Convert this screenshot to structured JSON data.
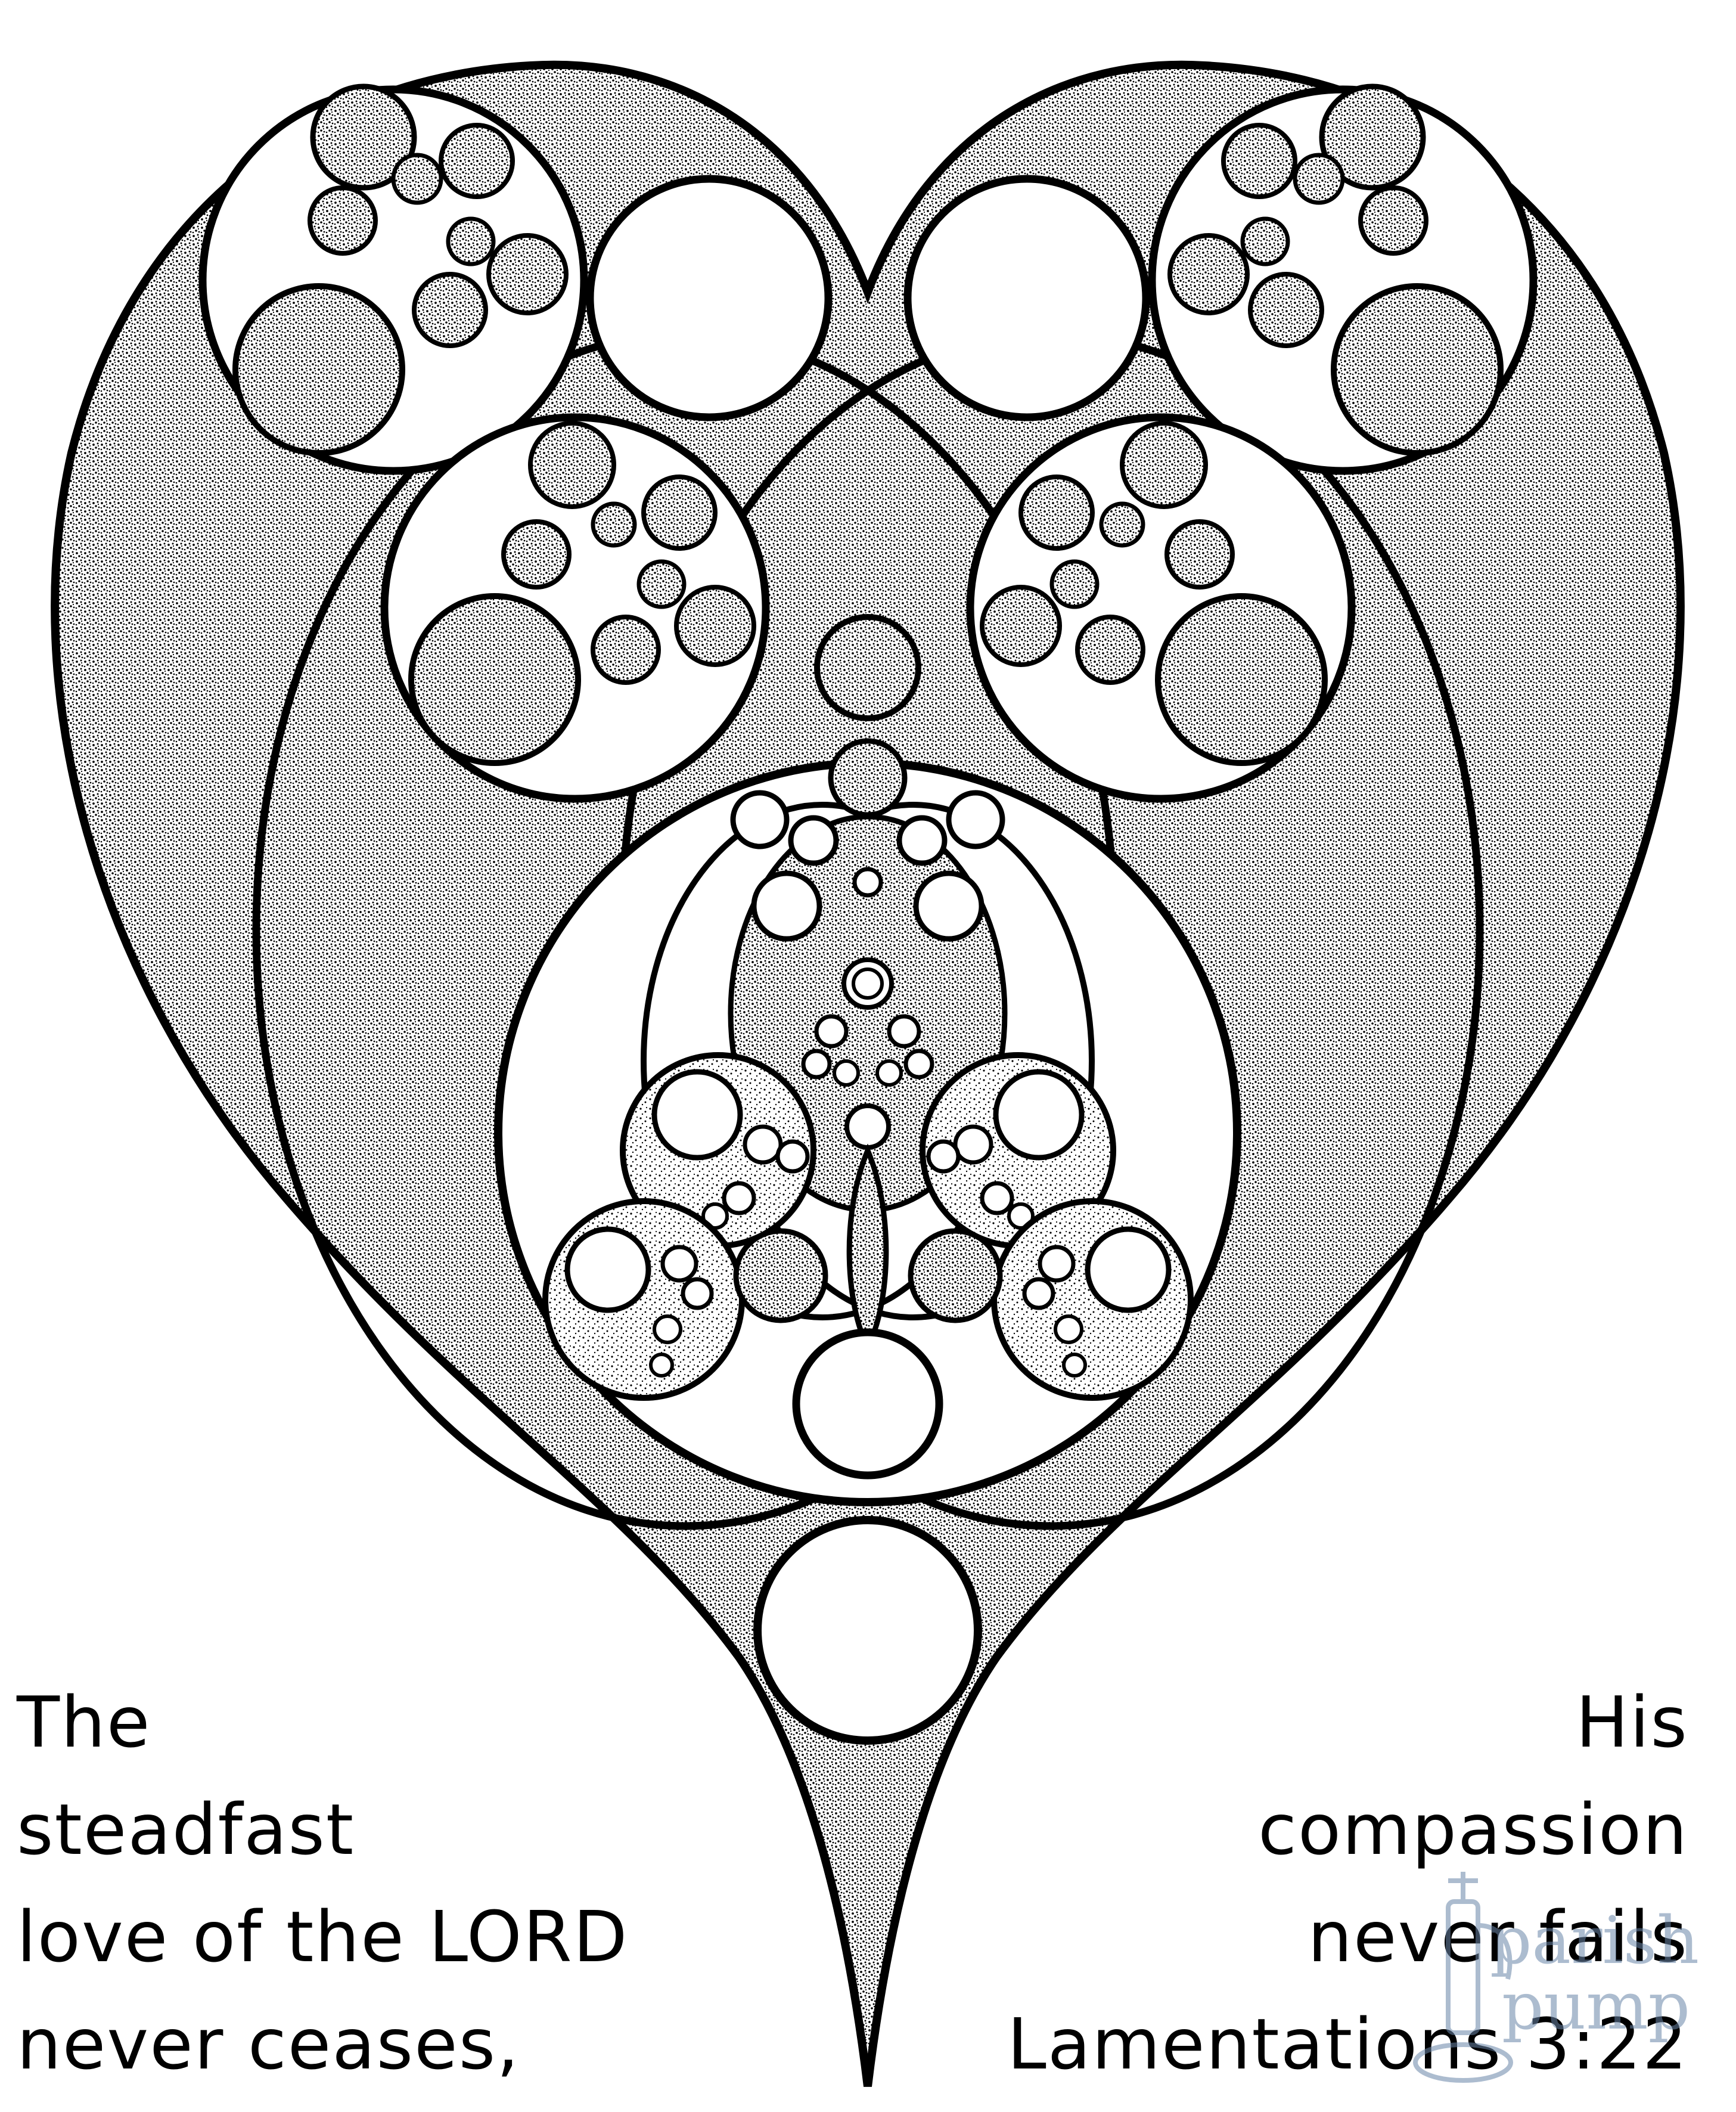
{
  "verse": {
    "left_lines": [
      "The",
      "steadfast",
      "love of the LORD",
      "never ceases,"
    ],
    "right_lines": [
      "His",
      "compassion",
      "never fails"
    ],
    "reference": "Lamentations 3:22"
  },
  "watermark": {
    "brand_top": "parish",
    "brand_bottom": "pump"
  },
  "colors": {
    "ink": "#000000",
    "paper": "#ffffff",
    "stipple": "#7a7a7a",
    "watermark": "#6a86a8"
  },
  "icons": {
    "artwork": "heart-circles-icon",
    "watermark": "pump-logo-icon"
  }
}
